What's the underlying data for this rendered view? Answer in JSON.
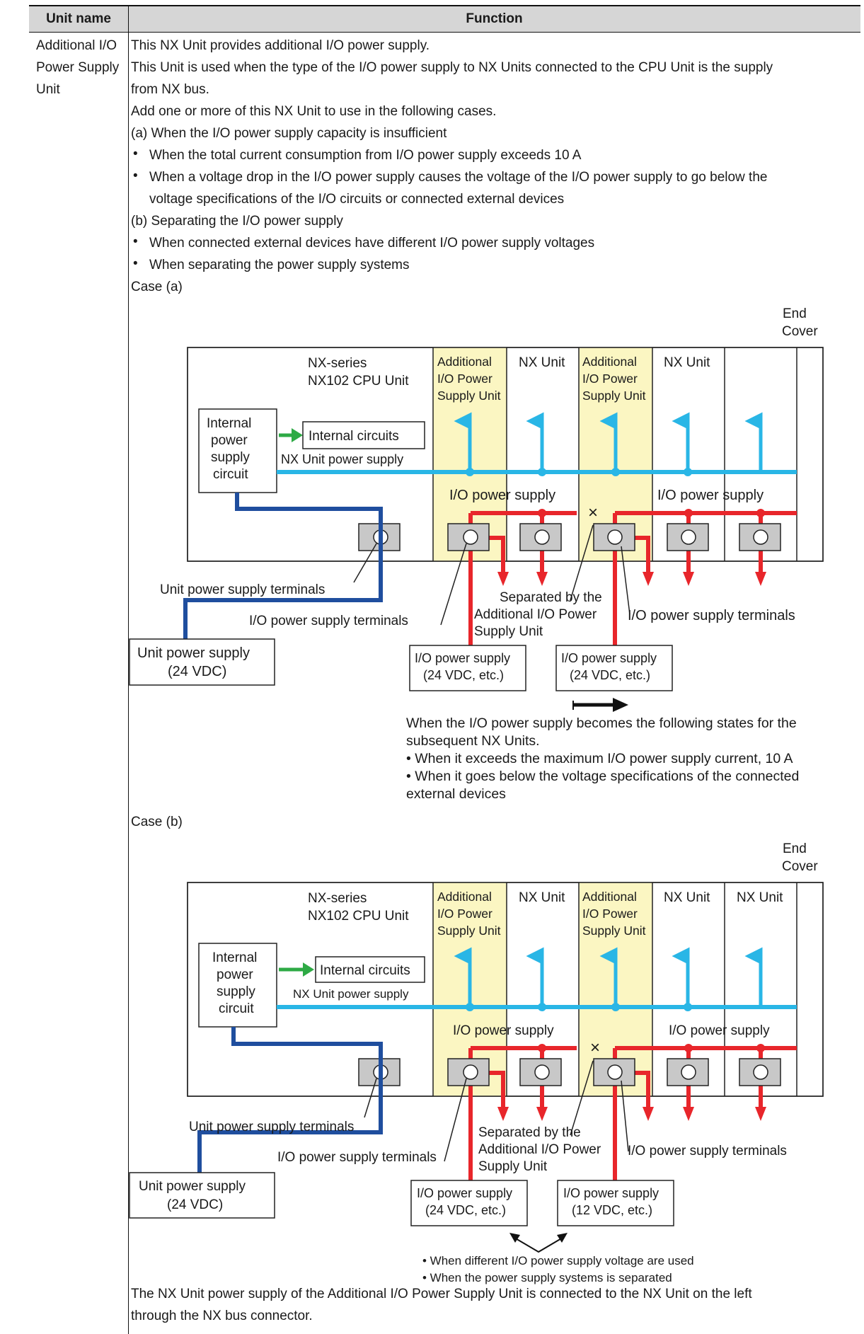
{
  "header": {
    "col1": "Unit name",
    "col2": "Function"
  },
  "unit_name": [
    "Additional I/O",
    "Power Supply",
    "Unit"
  ],
  "paragraphs": {
    "p1": "This NX Unit provides additional I/O power supply.",
    "p2a": "This Unit is used when the type of the I/O power supply to NX Units connected to the CPU Unit is the supply",
    "p2b": "from NX bus.",
    "p3": "Add one or more of this NX Unit to use in the following cases.",
    "case_a_title": "(a) When the I/O power supply capacity is insufficient",
    "a1": "When the total current consumption from I/O power supply exceeds 10 A",
    "a2a": "When a voltage drop in the I/O power supply causes the voltage of the I/O power supply to go below the",
    "a2b": "voltage specifications of the I/O circuits or connected external devices",
    "case_b_title": "(b) Separating the I/O power supply",
    "b1": "When connected external devices have different I/O power supply voltages",
    "b2": "When separating the power supply systems",
    "case_a_label": "Case (a)",
    "case_b_label": "Case (b)",
    "final_a": "The NX Unit power supply of the Additional I/O Power Supply Unit is connected to the NX Unit on the left",
    "final_b": "through the NX bus connector."
  },
  "diagram_a": {
    "end_cover": [
      "End",
      "Cover"
    ],
    "cpu": [
      "NX-series",
      "NX102 CPU Unit"
    ],
    "add_unit": [
      "Additional",
      "I/O Power",
      "Supply Unit"
    ],
    "nx_unit": "NX Unit",
    "internal_psc": [
      "Internal",
      "power",
      "supply",
      "circuit"
    ],
    "internal_circuits": "Internal circuits",
    "nx_unit_power": "NX Unit power supply",
    "io_power": "I/O power supply",
    "unit_pst": "Unit power supply terminals",
    "io_pst": "I/O power supply terminals",
    "separated": [
      "Separated by the",
      "Additional I/O Power",
      "Supply Unit"
    ],
    "unit_ps": [
      "Unit power supply",
      "(24 VDC)"
    ],
    "io_ps1": [
      "I/O power supply",
      "(24 VDC, etc.)"
    ],
    "io_ps2": [
      "I/O power supply",
      "(24 VDC, etc.)"
    ],
    "note": [
      "When the I/O power supply becomes the following states for the",
      "subsequent NX Units.",
      "• When it exceeds the maximum I/O power supply current, 10 A",
      "• When it goes below the voltage specifications of the connected",
      "external devices"
    ],
    "x_mark": "×"
  },
  "diagram_b": {
    "end_cover": [
      "End",
      "Cover"
    ],
    "cpu": [
      "NX-series",
      "NX102 CPU Unit"
    ],
    "add_unit": [
      "Additional",
      "I/O Power",
      "Supply Unit"
    ],
    "nx_unit": "NX Unit",
    "internal_psc": [
      "Internal",
      "power",
      "supply",
      "circuit"
    ],
    "internal_circuits": "Internal circuits",
    "nx_unit_power": "NX Unit power supply",
    "io_power": "I/O power supply",
    "unit_pst": "Unit power supply terminals",
    "io_pst": "I/O power supply terminals",
    "separated": [
      "Separated by the",
      "Additional I/O Power",
      "Supply Unit"
    ],
    "unit_ps": [
      "Unit power supply",
      "(24 VDC)"
    ],
    "io_ps1": [
      "I/O power supply",
      "(24 VDC, etc.)"
    ],
    "io_ps2": [
      "I/O power supply",
      "(12 VDC, etc.)"
    ],
    "note": [
      "• When different I/O power supply voltage are used",
      "• When the power supply systems is separated"
    ],
    "x_mark": "×"
  },
  "colors": {
    "cyan": "#29b6e6",
    "red": "#e8262b",
    "blue": "#1f4e9e",
    "green": "#2eaa45",
    "yellow": "#fbf6c2",
    "grey": "#c8c8c8"
  }
}
